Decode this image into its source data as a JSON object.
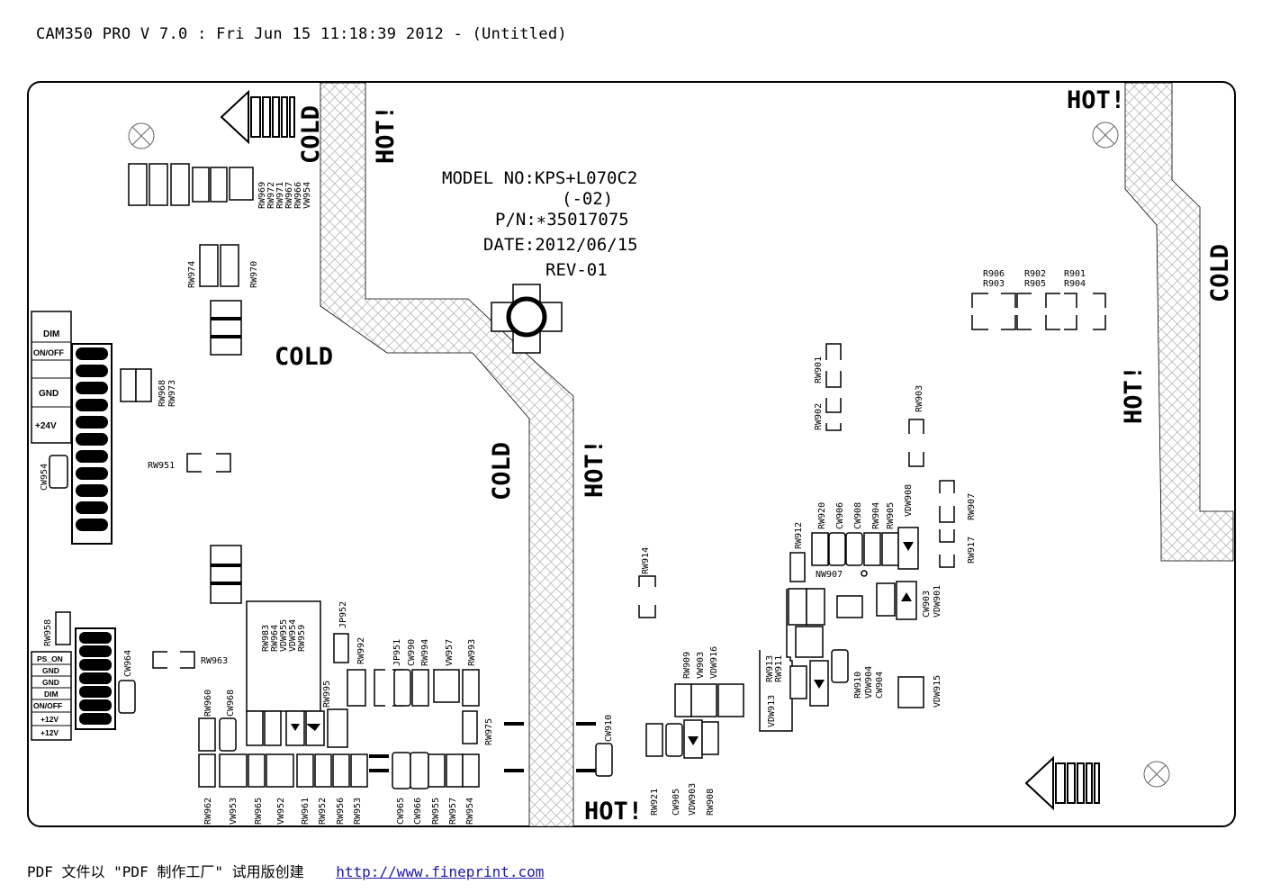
{
  "header": {
    "title": "CAM350 PRO V 7.0 : Fri Jun 15 11:18:39 2012 - (Untitled)"
  },
  "footer": {
    "text": "PDF 文件以 \"PDF 制作工厂\" 试用版创建",
    "link": "http://www.fineprint.com"
  },
  "board": {
    "model": "MODEL NO:KPS+L070C2",
    "model_suffix": "(-02)",
    "part_number": "P/N:∗35017075",
    "date": "DATE:2012/06/15",
    "revision": "REV-01",
    "zone_labels": {
      "hot": "HOT!",
      "cold": "COLD"
    },
    "connector_top": [
      "DIM",
      "ON/OFF",
      "GND",
      "+24V"
    ],
    "connector_bottom": [
      "PS_ON",
      "GND",
      "GND",
      "DIM",
      "ON/OFF",
      "+12V",
      "+12V"
    ],
    "refs": {
      "rw969": "RW969",
      "rw972": "RW972",
      "rw971": "RW971",
      "rw967": "RW967",
      "rw966": "RW966",
      "vw954": "VW954",
      "rw974": "RW974",
      "rw970": "RW970",
      "rw968": "RW968",
      "rw973": "RW973",
      "rw951": "RW951",
      "cw954": "CW954",
      "rw958": "RW958",
      "cw964": "CW964",
      "rw963": "RW963",
      "rw960": "RW960",
      "cw968": "CW968",
      "rw983": "RW983",
      "rw964": "RW964",
      "vdw955": "VDW955",
      "vdw954": "VDW954",
      "rw959": "RW959",
      "jp952": "JP952",
      "rw995": "RW995",
      "rw992": "RW992",
      "jp951": "JP951",
      "cw990": "CW990",
      "rw994": "RW994",
      "vw957": "VW957",
      "rw993": "RW993",
      "rw975": "RW975",
      "rw962": "RW962",
      "vw953": "VW953",
      "rw965": "RW965",
      "vw952": "VW952",
      "rw961": "RW961",
      "rw952": "RW952",
      "rw956": "RW956",
      "rw953": "RW953",
      "cw965": "CW965",
      "cw966": "CW966",
      "rw955": "RW955",
      "rw957": "RW957",
      "rw954": "RW954",
      "cw910": "CW910",
      "rw914": "RW914",
      "rw921": "RW921",
      "cw905": "CW905",
      "vdw903": "VDW903",
      "rw908": "RW908",
      "rw909": "RW909",
      "vw903": "VW903",
      "vdw916": "VDW916",
      "rw912": "RW912",
      "rw920": "RW920",
      "cw906": "CW906",
      "cw908": "CW908",
      "rw904": "RW904",
      "rw905": "RW905",
      "vdw908": "VDW908",
      "rw917": "RW917",
      "rw907": "RW907",
      "nw907": "NW907",
      "cw903": "CW903",
      "vdw901": "VDW901",
      "rw913": "RW913",
      "rw911": "RW911",
      "vdw913": "VDW913",
      "rw910": "RW910",
      "vdw904": "VDW904",
      "cw904": "CW904",
      "vdw915": "VDW915",
      "rw902": "RW902",
      "rw901": "RW901",
      "rw903": "RW903",
      "r906": "R906",
      "r903": "R903",
      "r902": "R902",
      "r905": "R905",
      "r901": "R901",
      "r904": "R904"
    }
  }
}
